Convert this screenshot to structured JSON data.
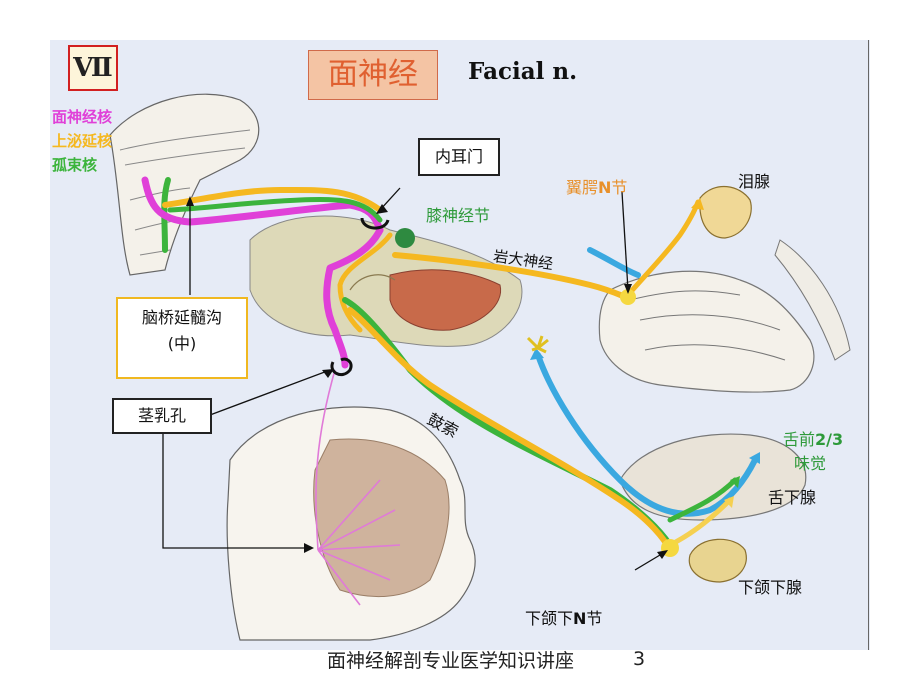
{
  "roman_numeral": "Ⅶ",
  "title_cn": "面神经",
  "title_en": "Facial n.",
  "nuclei": {
    "facial_nucleus": "面神经核",
    "superior_salivatory": "上泌延核",
    "solitary_nucleus": "孤束核"
  },
  "labels": {
    "internal_acoustic_meatus": "内耳门",
    "geniculate_ganglion": "膝神经节",
    "pterygopalatine_ganglion_prefix": "翼腭",
    "pterygopalatine_ganglion_n": "N",
    "pterygopalatine_ganglion_suffix": "节",
    "lacrimal_gland": "泪腺",
    "greater_petrosal_nerve": "岩大神经",
    "pontomedullary_groove_line1": "脑桥延髓沟",
    "pontomedullary_groove_line2": "(中)",
    "stylomastoid_foramen": "茎乳孔",
    "chorda_tympani": "鼓索",
    "anterior_tongue_prefix": "舌前",
    "anterior_tongue_fraction": "2/3",
    "taste": "味觉",
    "sublingual_gland": "舌下腺",
    "submandibular_gland": "下颌下腺",
    "submandibular_ganglion_prefix": "下颌下",
    "submandibular_ganglion_n": "N",
    "submandibular_ganglion_suffix": "节"
  },
  "footer": {
    "caption": "面神经解剖专业医学知识讲座",
    "page_number": "3"
  },
  "colors": {
    "facial_motor": "#e040d8",
    "parasympathetic": "#f5b820",
    "taste": "#3cb43c",
    "sensory_blue": "#3aa8e0",
    "panel_bg": "#e6ebf6",
    "roman_border": "#d22020",
    "title_cn_box": "#f4c4a4"
  }
}
